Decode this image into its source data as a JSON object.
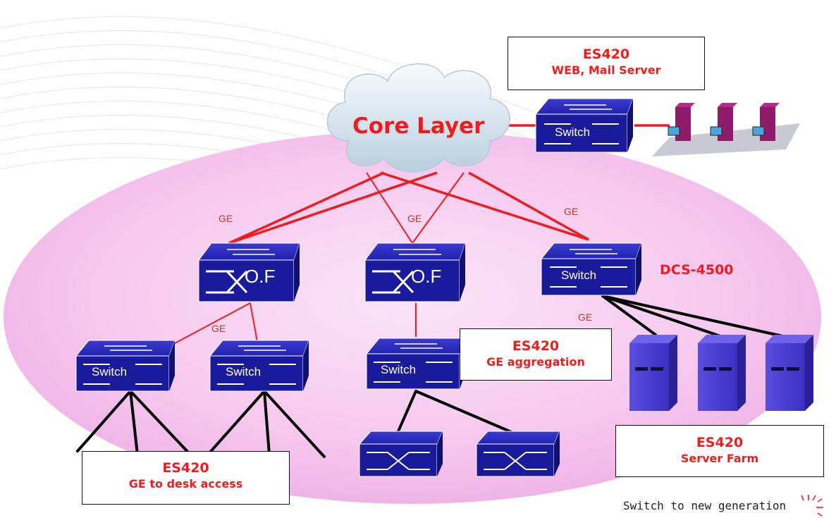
{
  "labels": {
    "web_mail": {
      "model": "ES420",
      "role": "WEB, Mail Server"
    },
    "aggregation": {
      "model": "ES420",
      "role": "GE aggregation"
    },
    "server_farm": {
      "model": "ES420",
      "role": "Server Farm"
    },
    "desk_access": {
      "model": "ES420",
      "role": "GE to desk access"
    }
  },
  "core_layer": "Core Layer",
  "dcs": "DCS-4500",
  "switch_text": "Switch",
  "of_text": "O.F",
  "ge": "GE",
  "tagline": "Switch to new generation",
  "colors": {
    "switch_blue": "#1a1a9c",
    "link_red": "#ee1c1c",
    "label_red": "#ee1c1c",
    "link_black": "#000000"
  }
}
